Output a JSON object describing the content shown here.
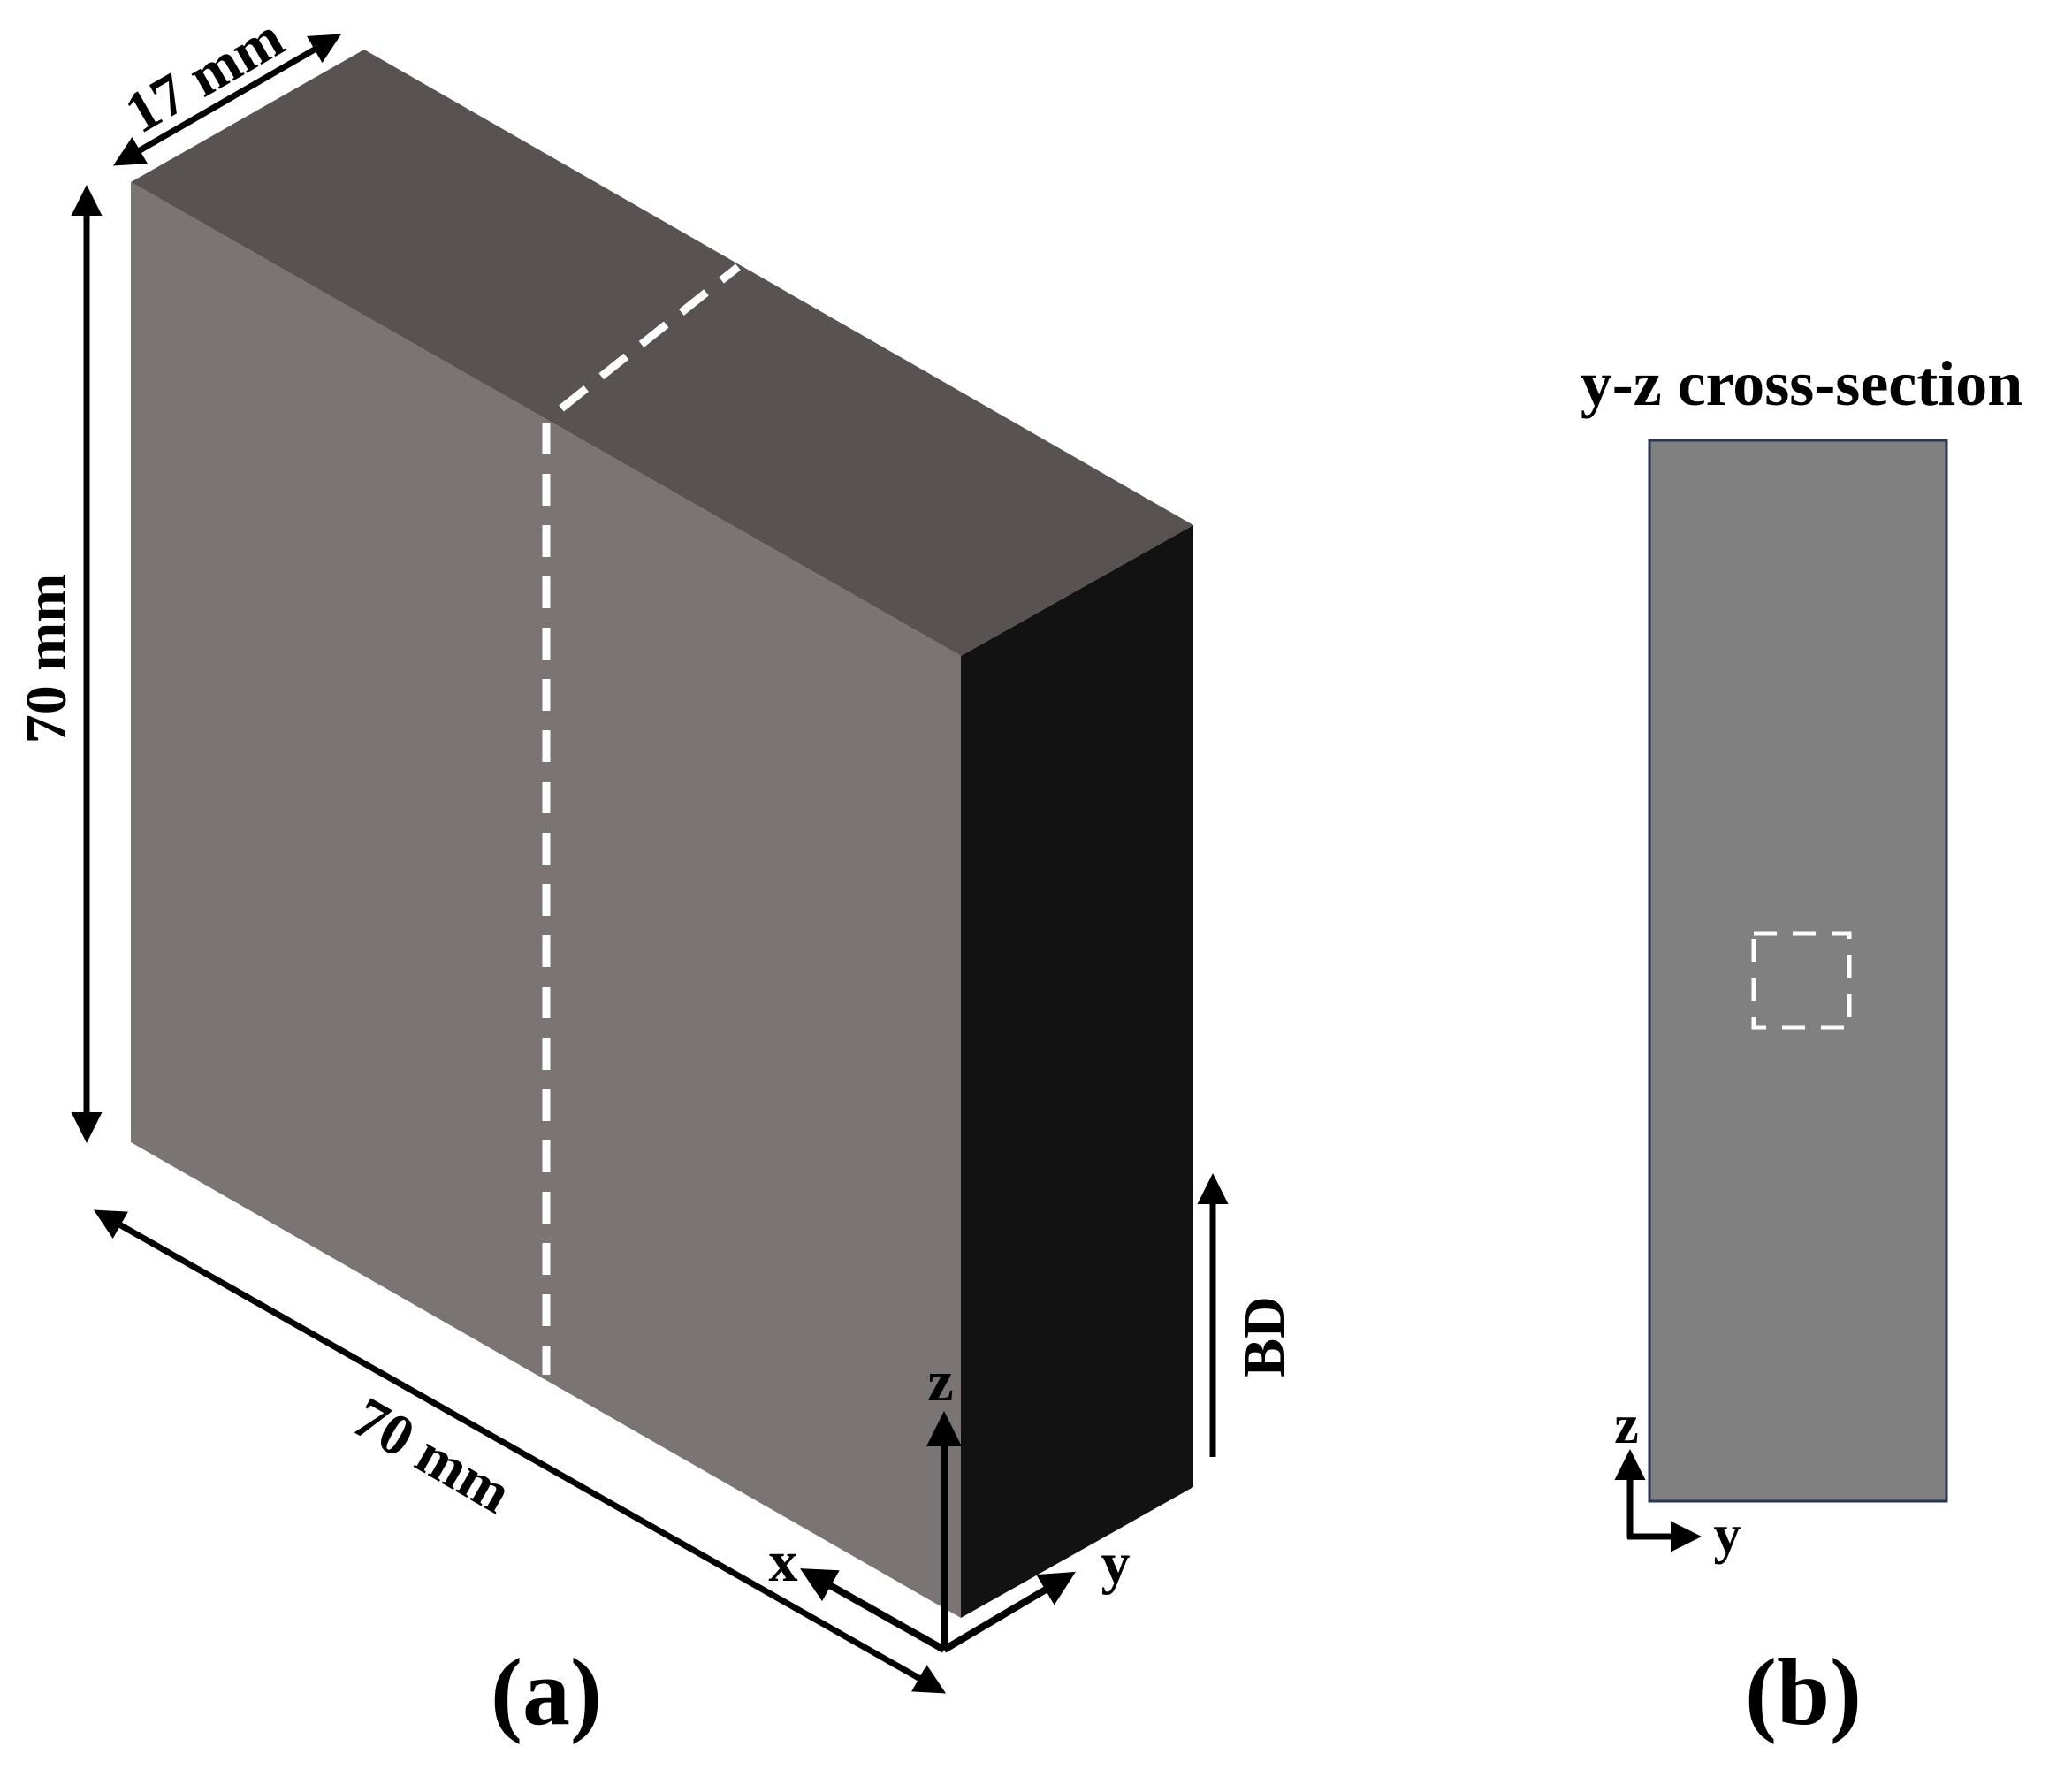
{
  "panel_a": {
    "dim_thickness": "17 mm",
    "dim_height": "70 mm",
    "dim_length": "70 mm",
    "build_direction": "BD",
    "axis_z": "z",
    "axis_x": "x",
    "axis_y": "y",
    "caption": "(a)"
  },
  "panel_b": {
    "title": "y-z cross-section",
    "axis_z": "z",
    "axis_y": "y",
    "caption": "(b)"
  },
  "colors": {
    "front_face": "#7a7574",
    "top_face": "#585352",
    "side_face": "#121212",
    "cross_section_fill": "#808080",
    "cross_section_border": "#2a3350",
    "section_line": "#ffffff"
  }
}
